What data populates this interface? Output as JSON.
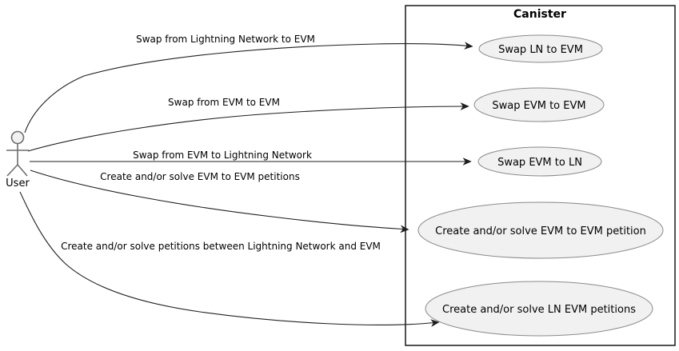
{
  "diagram": {
    "type": "usecase-diagram",
    "actor": {
      "label": "User"
    },
    "boundary": {
      "title": "Canister"
    },
    "usecases": [
      {
        "label": "Swap LN to EVM"
      },
      {
        "label": "Swap EVM to EVM"
      },
      {
        "label": "Swap EVM to LN"
      },
      {
        "label": "Create and/or solve EVM to EVM petition"
      },
      {
        "label": "Create and/or solve LN EVM petitions"
      }
    ],
    "edges": [
      {
        "label": "Swap from Lightning Network to EVM"
      },
      {
        "label": "Swap from EVM to EVM"
      },
      {
        "label": "Swap from EVM to Lightning Network"
      },
      {
        "label": "Create and/or solve EVM to EVM petitions"
      },
      {
        "label": "Create and/or solve petitions between Lightning Network and EVM"
      }
    ],
    "colors": {
      "background": "#ffffff",
      "shape_fill": "#f1f1f1",
      "shape_border": "#8a8a8a",
      "line": "#1f1f1f",
      "boundary_border": "#181818",
      "text": "#000000"
    }
  }
}
